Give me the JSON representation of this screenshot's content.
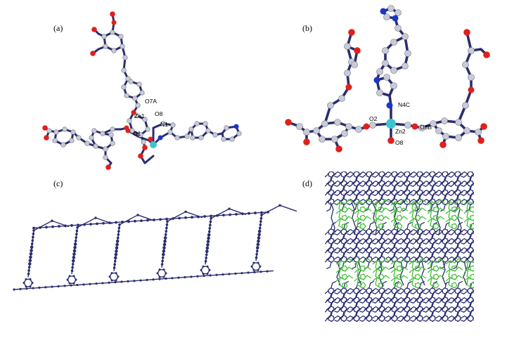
{
  "panels": {
    "a": {
      "label": "(a)",
      "atoms": {
        "o7a": "O7A",
        "zn1": "Zn1",
        "o8": "O8",
        "o1": "O1",
        "n1": "N1"
      }
    },
    "b": {
      "label": "(b)",
      "atoms": {
        "n4c": "N4C",
        "o2": "O2",
        "zn2": "Zn2",
        "o3b": "O3B",
        "o8": "O8"
      }
    },
    "c": {
      "label": "(c)"
    },
    "d": {
      "label": "(d)"
    }
  },
  "colors": {
    "bond": "#2b2d6e",
    "carbon": "#c8cbd6",
    "oxygen": "#e0201b",
    "nitrogen": "#1a36c8",
    "zinc": "#3fc3d0",
    "green_layer": "#46c23a",
    "net_node": "#2b2d6e"
  }
}
